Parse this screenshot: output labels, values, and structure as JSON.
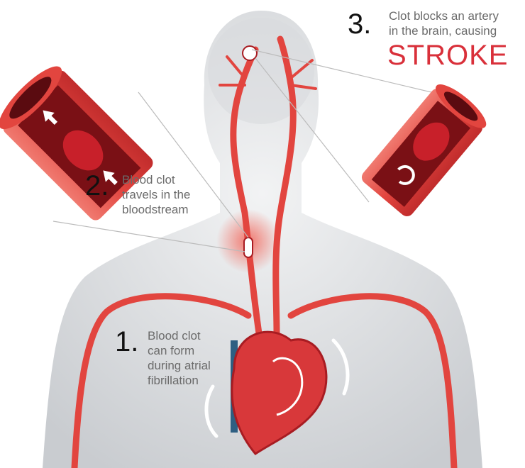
{
  "colors": {
    "artery": "#e2453f",
    "artery_dark": "#a81c22",
    "body": "#e3e5e7",
    "stroke_text": "#d9303a",
    "caption": "#6b6b6b"
  },
  "steps": [
    {
      "number": "1.",
      "lines": [
        "Blood clot",
        "can form",
        "during atrial",
        "fibrillation"
      ]
    },
    {
      "number": "2.",
      "lines": [
        "Blood clot",
        "travels in the",
        "bloodstream"
      ]
    },
    {
      "number": "3.",
      "lines": [
        "Clot blocks an artery",
        "in the brain, causing"
      ],
      "highlight": "STROKE"
    }
  ]
}
